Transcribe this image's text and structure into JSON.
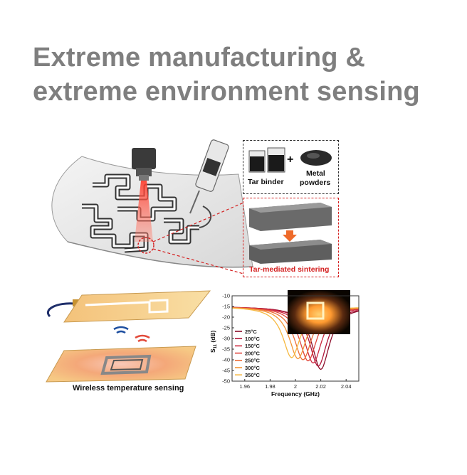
{
  "title": {
    "line1": "Extreme manufacturing &",
    "line2": "extreme environment sensing"
  },
  "inset": {
    "tar_binder": "Tar binder",
    "plus": "+",
    "metal_line1": "Metal",
    "metal_line2": "powders",
    "sintering": "Tar-mediated sintering"
  },
  "wireless_label": "Wireless temperature sensing",
  "colors": {
    "title": "#7f7f7f",
    "accent_red": "#d42020",
    "laser": "#ff5a4a"
  },
  "chart_data": {
    "type": "line",
    "xlabel": "Frequency (GHz)",
    "ylabel": "S11 (dB)",
    "ylabel_main": "S",
    "ylabel_sub": "11",
    "ylabel_unit": "(dB)",
    "xlim": [
      1.95,
      2.05
    ],
    "ylim": [
      -50,
      -10
    ],
    "xticks": [
      "1.96",
      "1.98",
      "2",
      "2.02",
      "2.04"
    ],
    "yticks": [
      "-10",
      "-15",
      "-20",
      "-25",
      "-30",
      "-35",
      "-40",
      "-45",
      "-50"
    ],
    "legend_position": "left",
    "series": [
      {
        "name": "25°C",
        "color": "#8b0d2a",
        "resonance": 2.02,
        "min": -44.5
      },
      {
        "name": "100°C",
        "color": "#b0173a",
        "resonance": 2.018,
        "min": -43
      },
      {
        "name": "150°C",
        "color": "#cc2a40",
        "resonance": 2.014,
        "min": -41.5
      },
      {
        "name": "200°C",
        "color": "#e0483e",
        "resonance": 2.01,
        "min": -40.5
      },
      {
        "name": "250°C",
        "color": "#ec6d38",
        "resonance": 2.006,
        "min": -40
      },
      {
        "name": "300°C",
        "color": "#f39436",
        "resonance": 2.002,
        "min": -39.5
      },
      {
        "name": "350°C",
        "color": "#f6b840",
        "resonance": 1.997,
        "min": -39
      }
    ],
    "baseline": -15
  }
}
